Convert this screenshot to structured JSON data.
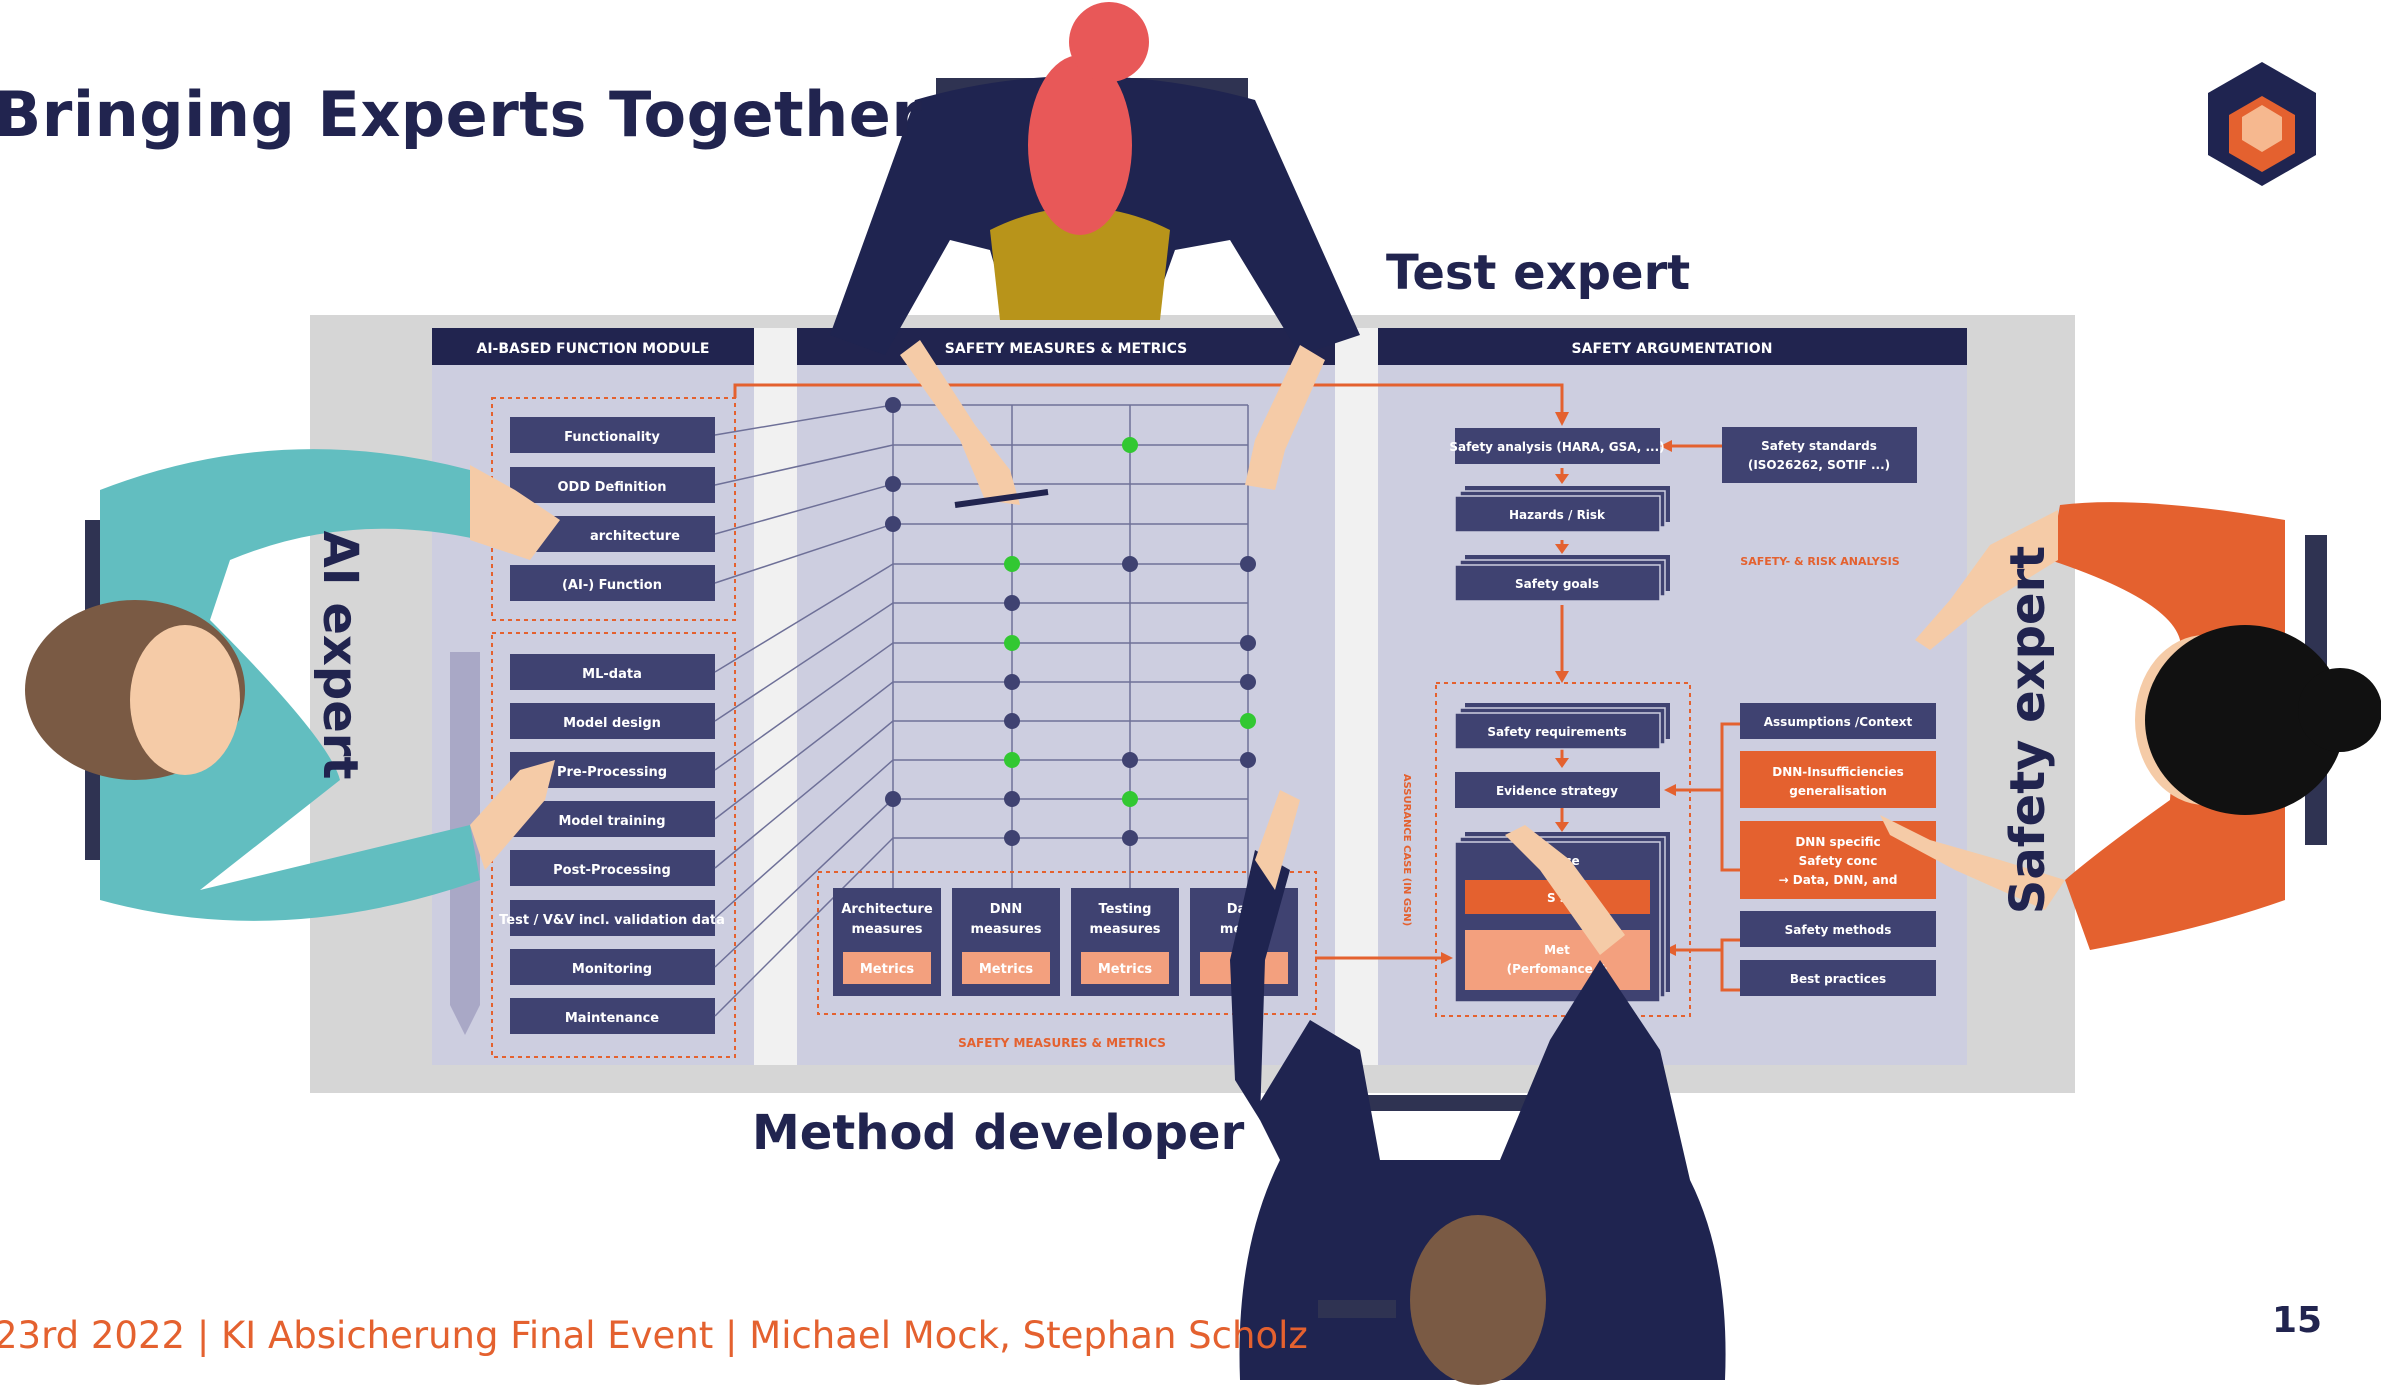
{
  "slide": {
    "title": "Bringing Experts Together",
    "page_number": "15",
    "footer": "23rd 2022 | KI Absicherung Final Event | Michael Mock, Stephan Scholz"
  },
  "roles": {
    "test": "Test expert",
    "ai": "AI expert",
    "safety": "Safety expert",
    "method": "Method developer"
  },
  "headers": {
    "left": "AI-BASED FUNCTION MODULE",
    "middle": "SAFETY MEASURES & METRICS",
    "right": "SAFETY ARGUMENTATION"
  },
  "left_module": {
    "group1": [
      "Functionality",
      "ODD Definition",
      "architecture",
      "(AI-) Function"
    ],
    "group2": [
      "ML-data",
      "Model design",
      "Pre-Processing",
      "Model training",
      "Post-Processing",
      "Test / V&V incl. validation data",
      "Monitoring",
      "Maintenance"
    ]
  },
  "measures": {
    "cards": [
      {
        "title": "Architecture",
        "sub": "measures",
        "metric": "Metrics"
      },
      {
        "title": "DNN",
        "sub": "measures",
        "metric": "Metrics"
      },
      {
        "title": "Testing",
        "sub": "measures",
        "metric": "Metrics"
      },
      {
        "title": "Data",
        "sub": "measu",
        "metric": "Me"
      }
    ],
    "footer": "SAFETY MEASURES & METRICS"
  },
  "argumentation": {
    "flow": [
      "Safety analysis (HARA, GSA, ...)",
      "Hazards / Risk",
      "Safety goals",
      "Safety requirements",
      "Evidence strategy"
    ],
    "standards": "Safety standards",
    "standards_sub": "(ISO26262, SOTIF ...)",
    "risk_label": "SAFETY- & RISK ANALYSIS",
    "assurance_label": "ASSURANCE CASE (IN GSN)",
    "evidence_partial": "ce",
    "evidence_orange_partial": "S               s",
    "evidence_metrics_partial": "Met",
    "evidence_metrics_sub_partial": "(Perfomance &",
    "side_boxes": {
      "assumptions": "Assumptions /Context",
      "dnn_insuff_1": "DNN-Insufficiencies",
      "dnn_insuff_2": "generalisation",
      "dnn_specific_1": "DNN specific",
      "dnn_specific_2": "Safety conc",
      "dnn_specific_3": "→ Data, DNN, and",
      "safety_methods": "Safety methods",
      "best_practices": "Best practices"
    }
  },
  "colors": {
    "navy": "#21244f",
    "box": "#3f4271",
    "panel": "#cfd0e2",
    "orange": "#e4612f",
    "green": "#32c832"
  }
}
